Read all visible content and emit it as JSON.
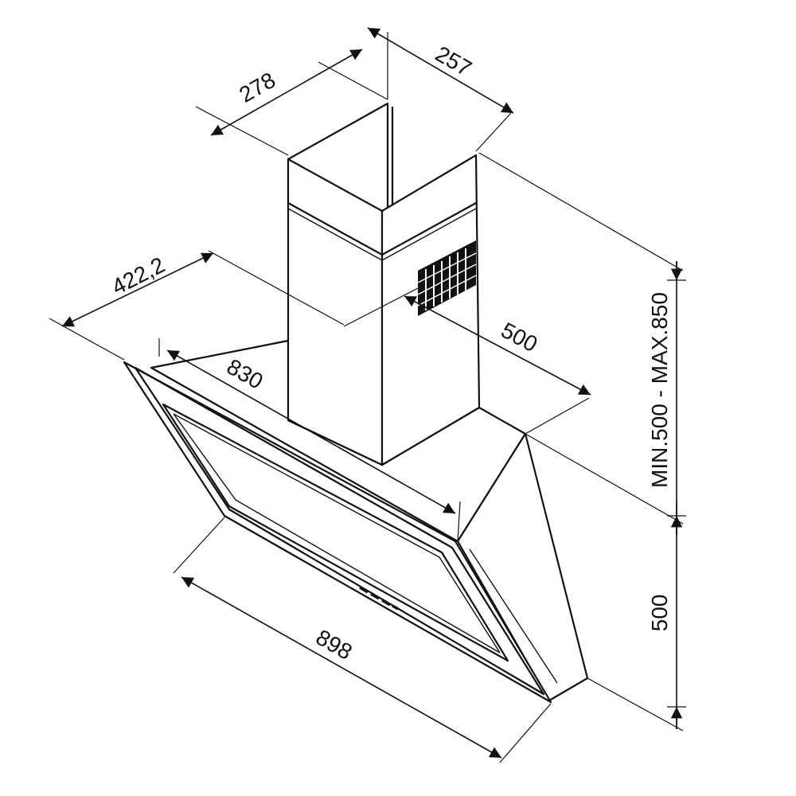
{
  "diagram": {
    "dimensions": {
      "duct_width": "278",
      "duct_depth": "257",
      "glass_depth": "422,2",
      "canopy_width": "830",
      "wall_depth": "500",
      "chimney_range": "MIN.500 - MAX.850",
      "hood_height": "500",
      "glass_width": "898"
    },
    "colors": {
      "line": "#111111",
      "background": "#ffffff"
    }
  }
}
